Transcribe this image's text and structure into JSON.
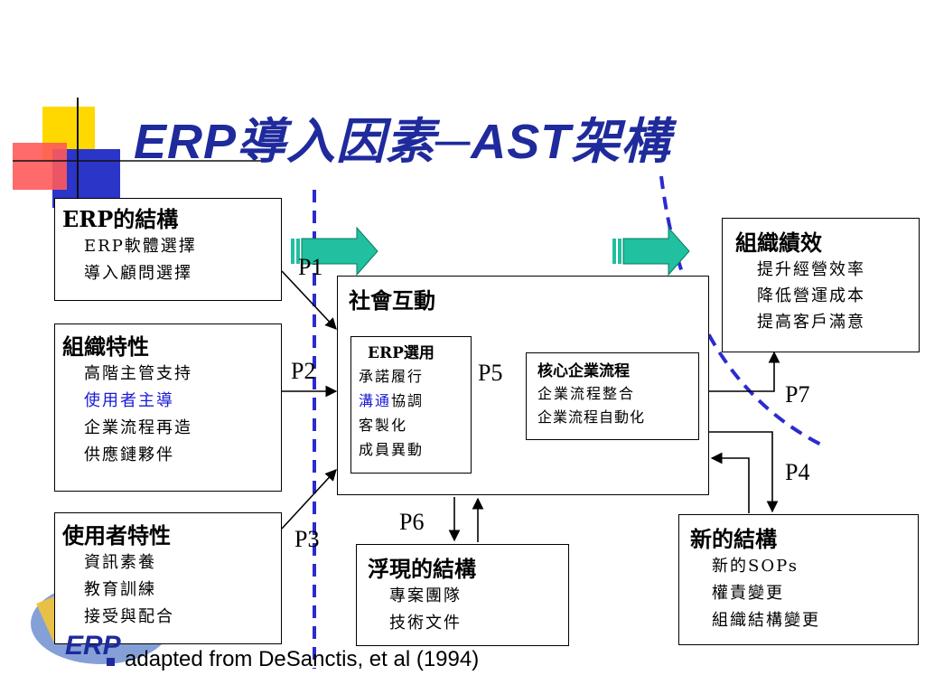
{
  "title": "ERP導入因素─AST架構",
  "colors": {
    "title": "#1f2a9c",
    "dashed_line": "#2b2bd0",
    "arrow_fill": "#20c0a0",
    "accent_text": "#1a1ad6",
    "deco_yellow": "#ffd800",
    "deco_red": "#ff2a2a",
    "deco_blue": "#2b35c8"
  },
  "boxes": {
    "erp_structure": {
      "head": "ERP的結構",
      "lines": [
        "ERP軟體選擇",
        "導入顧問選擇"
      ]
    },
    "org_traits": {
      "head": "組織特性",
      "lines": [
        "高階主管支持",
        "使用者主導",
        "企業流程再造",
        "供應鏈夥伴"
      ]
    },
    "user_traits": {
      "head": "使用者特性",
      "lines": [
        "資訊素養",
        "教育訓練",
        "接受與配合"
      ]
    },
    "social_interaction": {
      "head": "社會互動"
    },
    "erp_use": {
      "head": "ERP選用",
      "lines": [
        "承諾履行",
        "溝通",
        "協調",
        "客製化",
        "成員異動"
      ]
    },
    "core_process": {
      "head": "核心企業流程",
      "lines": [
        "企業流程整合",
        "企業流程自動化"
      ]
    },
    "org_performance": {
      "head": "組織績效",
      "lines": [
        "提升經營效率",
        "降低營運成本",
        "提高客戶滿意"
      ]
    },
    "new_structure": {
      "head": "新的結構",
      "lines": [
        "新的SOPs",
        "權責變更",
        "組織結構變更"
      ]
    },
    "emergent_structure": {
      "head": "浮現的結構",
      "lines": [
        "專案團隊",
        "技術文件"
      ]
    }
  },
  "propositions": {
    "p1": "P1",
    "p2": "P2",
    "p3": "P3",
    "p4": "P4",
    "p5": "P5",
    "p6": "P6",
    "p7": "P7"
  },
  "logo_text": "ERP",
  "footer": "adapted from DeSanctis, et al (1994)"
}
